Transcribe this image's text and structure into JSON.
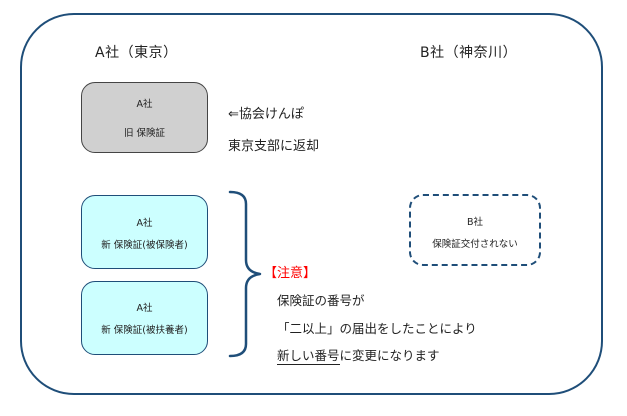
{
  "headings": {
    "company_a": "A社（東京）",
    "company_b": "B社（神奈川）"
  },
  "cards": {
    "old": {
      "company": "A社",
      "label": "旧 保険証"
    },
    "new_insured": {
      "company": "A社",
      "label": "新 保険証(被保険者)"
    },
    "new_dependent": {
      "company": "A社",
      "label": "新 保険証(被扶養者)"
    },
    "b": {
      "company": "B社",
      "label": "保険証交付されない"
    }
  },
  "return_note": {
    "line1": "⇐協会けんぽ",
    "line2": "東京支部に返却"
  },
  "caution": {
    "title": "【注意】",
    "line1": "保険証の番号が",
    "line2": "「二以上」の届出をしたことにより",
    "line3_underlined": "新しい番号",
    "line3_rest": "に変更になります"
  },
  "colors": {
    "frame": "#1f4e79",
    "old_card_fill": "#d0d0d0",
    "new_card_fill": "#ccffff",
    "warning": "#ff0000"
  }
}
